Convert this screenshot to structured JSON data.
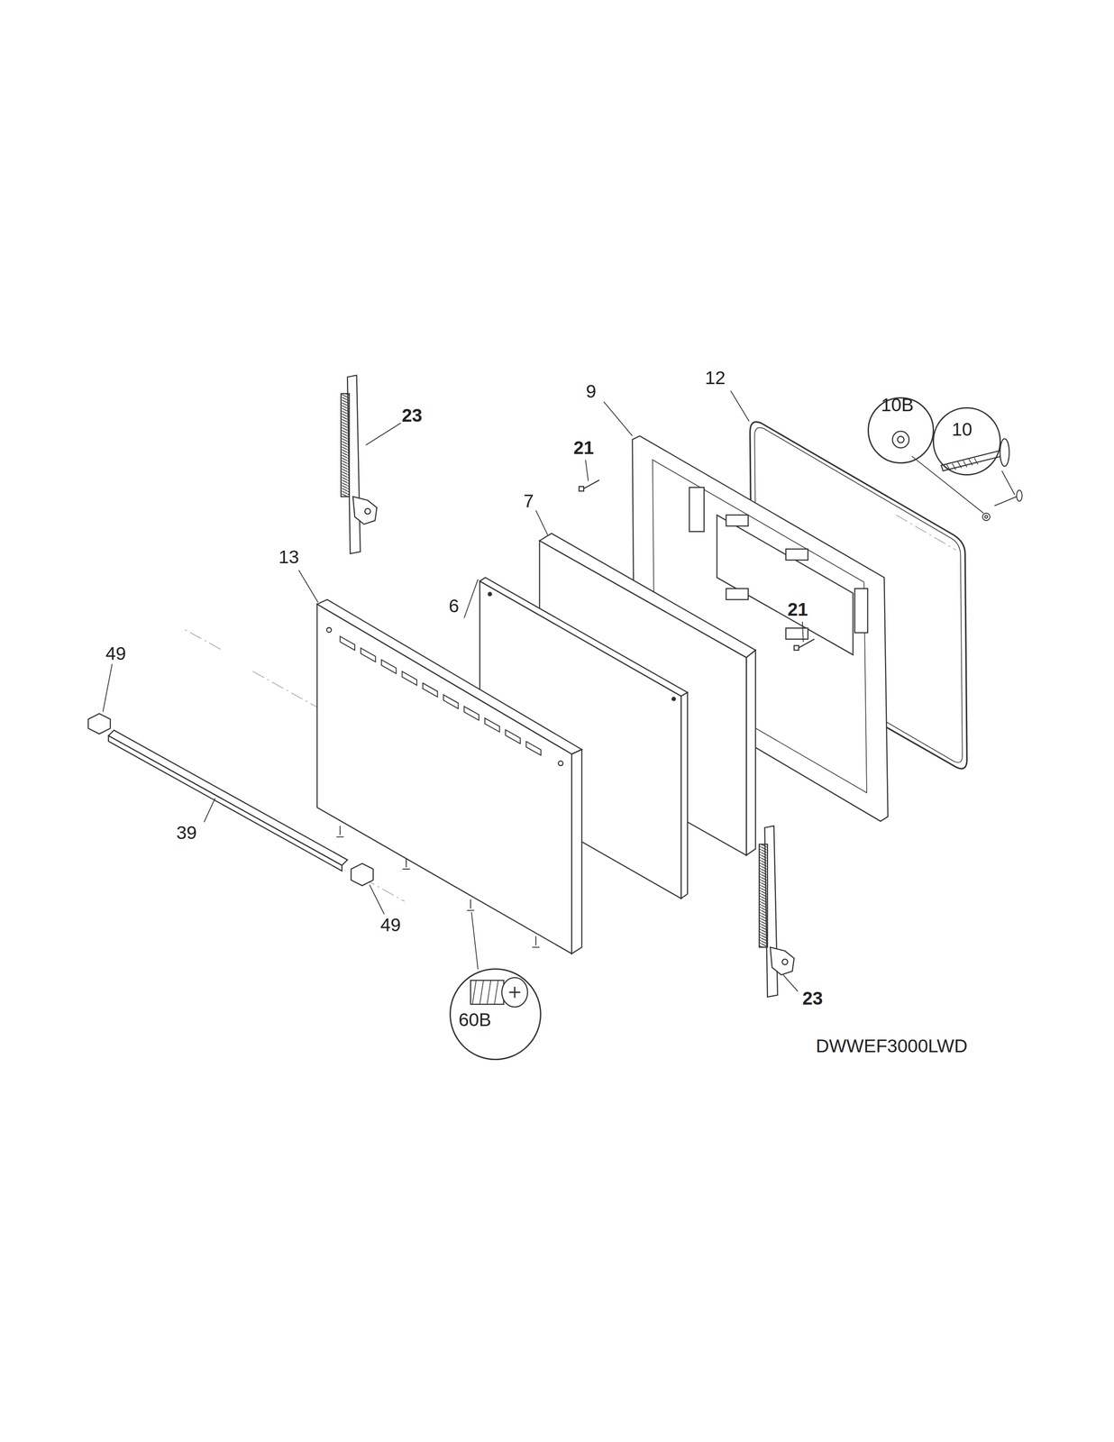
{
  "diagram": {
    "nodes": [
      {
        "text": [
          "10B"
        ]
      },
      {
        "text": [
          "10"
        ]
      },
      {
        "text": [
          "60B"
        ]
      }
    ],
    "labels": [
      "23",
      "9",
      "12",
      "21",
      "7",
      "13",
      "6",
      "21",
      "49",
      "39",
      "49",
      "23",
      "DWWEF3000LWD"
    ]
  }
}
